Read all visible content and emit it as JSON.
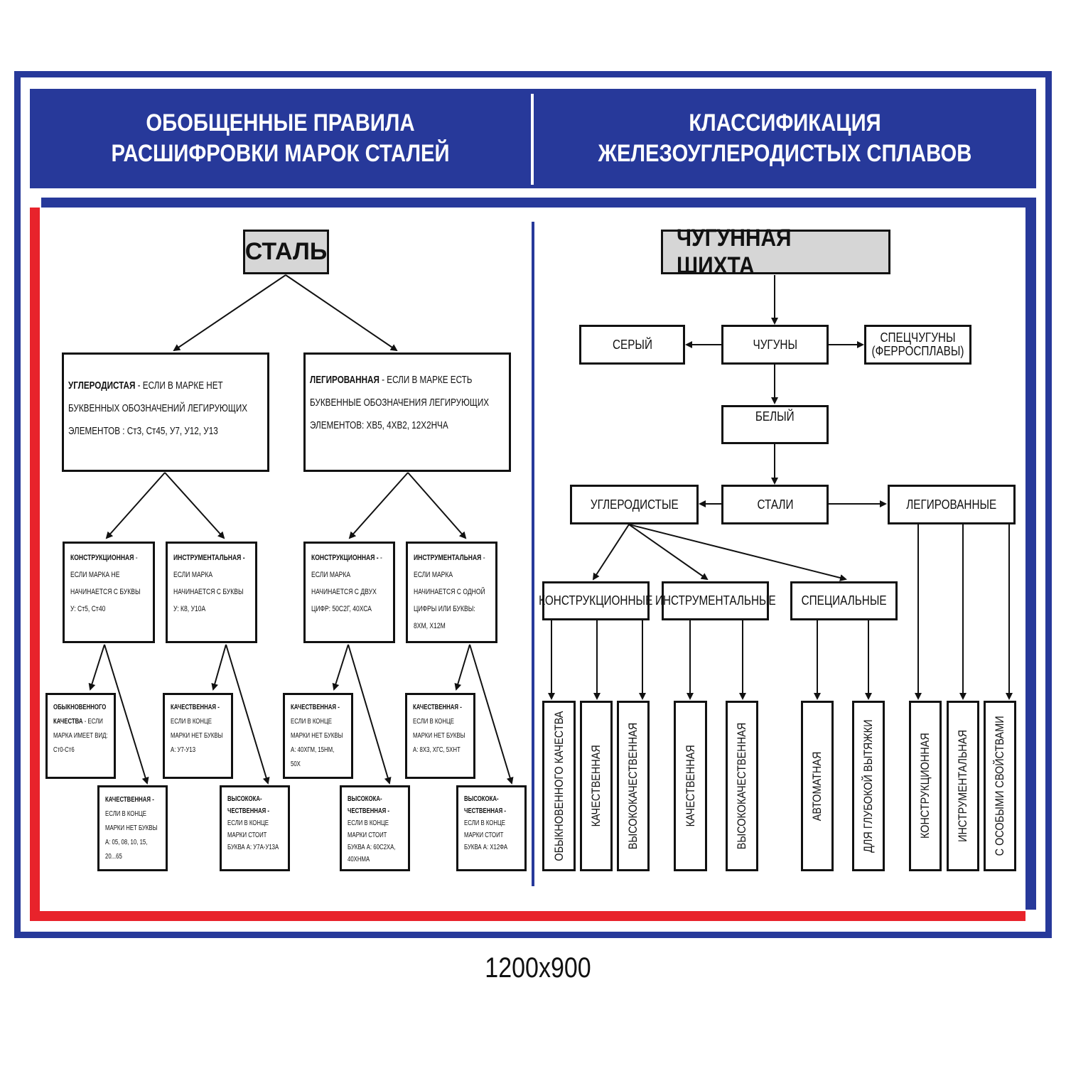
{
  "header": {
    "left_title": "ОБОБЩЕННЫЕ ПРАВИЛА РАСШИФРОВКИ МАРОК СТАЛЕЙ",
    "right_title": "КЛАССИФИКАЦИЯ ЖЕЛЕЗОУГЛЕРОДИСТЫХ СПЛАВОВ"
  },
  "colors": {
    "frame_blue": "#27399a",
    "accent_red": "#e8232b",
    "root_box_gray": "#d6d6d6"
  },
  "left": {
    "root": "СТАЛЬ",
    "carbon": {
      "bold": "УГЛЕРОДИСТАЯ",
      "text": " - ЕСЛИ В МАРКЕ НЕТ БУКВЕННЫХ ОБОЗНАЧЕНИЙ ЛЕГИРУЮЩИХ ЭЛЕМЕНТОВ : Ст3, Ст45, У7, У12, У13"
    },
    "alloy": {
      "bold": "ЛЕГИРОВАННАЯ",
      "text": " - ЕСЛИ В МАРКЕ ЕСТЬ БУКВЕННЫЕ ОБОЗНАЧЕНИЯ ЛЕГИРУЮЩИХ ЭЛЕМЕНТОВ: ХВ5, 4ХВ2, 12Х2НЧА"
    },
    "carbon_struct": {
      "bold": "КОНСТРУКЦИОННАЯ",
      "text": " - ЕСЛИ МАРКА НЕ НАЧИНАЕТСЯ С БУКВЫ У: Ст5, Ст40"
    },
    "carbon_tool": {
      "bold": "ИНСТРУМЕНТАЛЬНАЯ -",
      "text": " ЕСЛИ МАРКА НАЧИНАЕТСЯ С БУКВЫ У: К8, У10А"
    },
    "alloy_struct": {
      "bold": "КОНСТРУКЦИОННАЯ -",
      "text": " - ЕСЛИ МАРКА НАЧИНАЕТСЯ С ДВУХ ЦИФР: 50С2Г, 40ХСА"
    },
    "alloy_tool": {
      "bold": "ИНСТРУМЕНТАЛЬНАЯ",
      "text": " - ЕСЛИ МАРКА НАЧИНАЕТСЯ С ОДНОЙ ЦИФРЫ ИЛИ БУКВЫ: 8ХМ, Х12М"
    },
    "q1": {
      "bold": "ОБЫКНОВЕННОГО КАЧЕСТВА",
      "text": " - ЕСЛИ МАРКА ИМЕЕТ ВИД: Ст0-Ст6"
    },
    "q2": {
      "bold": "КАЧЕСТВЕННАЯ -",
      "text": " ЕСЛИ В КОНЦЕ МАРКИ НЕТ БУКВЫ А: 05, 08, 10, 15, 20...65"
    },
    "q3": {
      "bold": "КАЧЕСТВЕННАЯ -",
      "text": " ЕСЛИ В КОНЦЕ МАРКИ НЕТ БУКВЫ А: У7-У13"
    },
    "q4": {
      "bold": "ВЫСОКОКА-ЧЕСТВЕННАЯ -",
      "text": " ЕСЛИ В КОНЦЕ МАРКИ СТОИТ БУКВА А: У7А-У13А"
    },
    "q5": {
      "bold": "КАЧЕСТВЕННАЯ -",
      "text": " ЕСЛИ В КОНЦЕ МАРКИ НЕТ БУКВЫ А: 40ХГМ, 15НМ, 50Х"
    },
    "q6": {
      "bold": "ВЫСОКОКА-ЧЕСТВЕННАЯ -",
      "text": " ЕСЛИ В КОНЦЕ МАРКИ СТОИТ БУКВА А: 60С2ХА, 40ХНМА"
    },
    "q7": {
      "bold": "КАЧЕСТВЕННАЯ -",
      "text": " ЕСЛИ В КОНЦЕ МАРКИ НЕТ БУКВЫ А: 8Х3, ХГС, 5ХНТ"
    },
    "q8": {
      "bold": "ВЫСОКОКА-ЧЕСТВЕННАЯ -",
      "text": " ЕСЛИ В КОНЦЕ МАРКИ СТОИТ БУКВА А: Х12ФА"
    }
  },
  "right": {
    "root": "ЧУГУННАЯ ШИХТА",
    "cast_irons": "ЧУГУНЫ",
    "gray": "СЕРЫЙ",
    "special": "СПЕЦЧУГУНЫ (ФЕРРОСПЛАВЫ)",
    "white": "БЕЛЫЙ",
    "steels": "СТАЛИ",
    "carbon": "УГЛЕРОДИСТЫЕ",
    "alloy": "ЛЕГИРОВАННЫЕ",
    "structural": "КОНСТРУКЦИОННЫЕ",
    "tool": "ИНСТРУМЕНТАЛЬНЫЕ",
    "special_steels": "СПЕЦИАЛЬНЫЕ",
    "leaves": [
      "ОБЫКНОВЕННОГО КАЧЕСТВА",
      "КАЧЕСТВЕННАЯ",
      "ВЫСОКОКАЧЕСТВЕННАЯ",
      "КАЧЕСТВЕННАЯ",
      "ВЫСОКОКАЧЕСТВЕННАЯ",
      "АВТОМАТНАЯ",
      "ДЛЯ ГЛУБОКОЙ ВЫТЯЖКИ",
      "КОНСТРУКЦИОННАЯ",
      "ИНСТРУМЕНТАЛЬНАЯ",
      "С ОСОБЫМИ СВОЙСТВАМИ"
    ]
  },
  "caption": "1200x900"
}
